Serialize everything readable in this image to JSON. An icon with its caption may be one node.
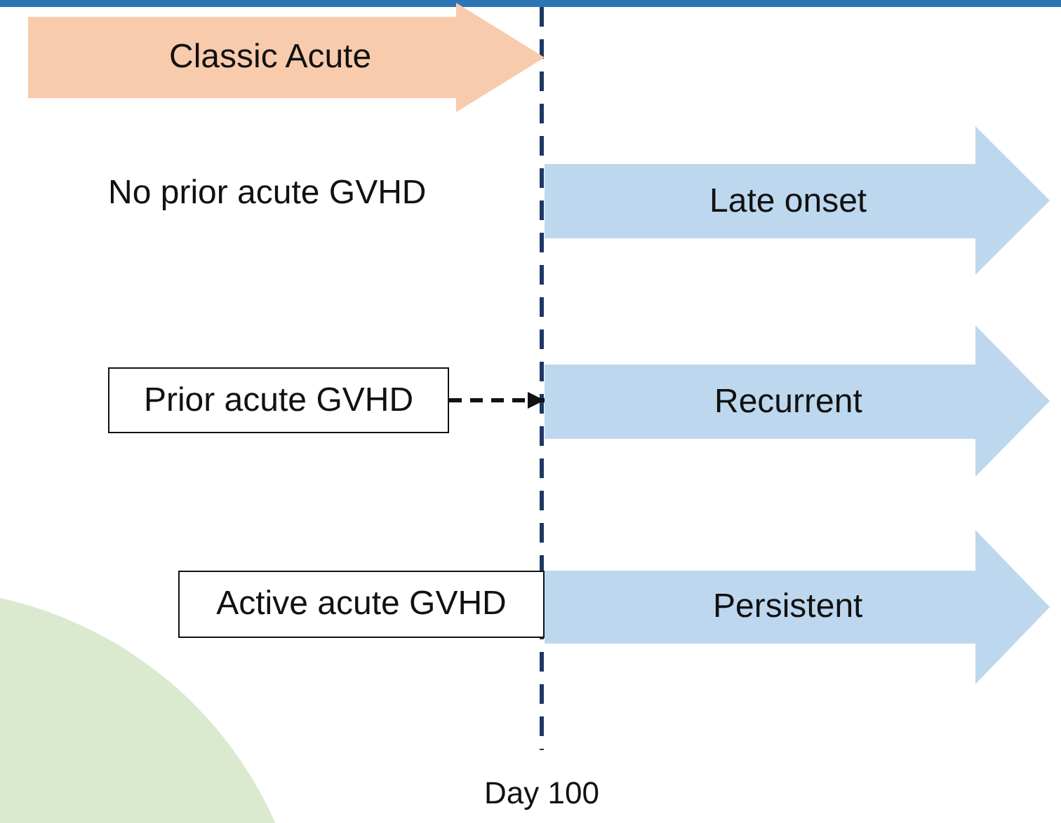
{
  "diagram": {
    "nodes": [
      {
        "text": [
          "Classic Acute"
        ]
      },
      {
        "text": [
          "Late onset"
        ]
      },
      {
        "text": [
          "Prior acute GVHD"
        ]
      },
      {
        "text": [
          "Recurrent"
        ]
      },
      {
        "text": [
          "Active acute GVHD"
        ]
      },
      {
        "text": [
          "Persistent"
        ]
      }
    ],
    "edges": [
      {
        "from": 2,
        "to": 3,
        "arrow": "to",
        "style": "dashed"
      }
    ],
    "labels": [
      "No prior acute GVHD",
      "Day 100"
    ]
  }
}
